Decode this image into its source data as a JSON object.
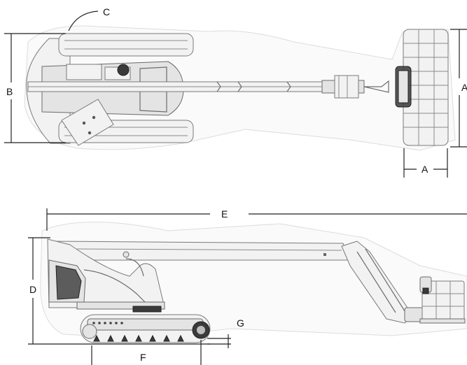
{
  "dimension_labels": {
    "A_top": "A",
    "A_bottom": "A",
    "B": "B",
    "C": "C",
    "D": "D",
    "E": "E",
    "F": "F",
    "G": "G"
  }
}
